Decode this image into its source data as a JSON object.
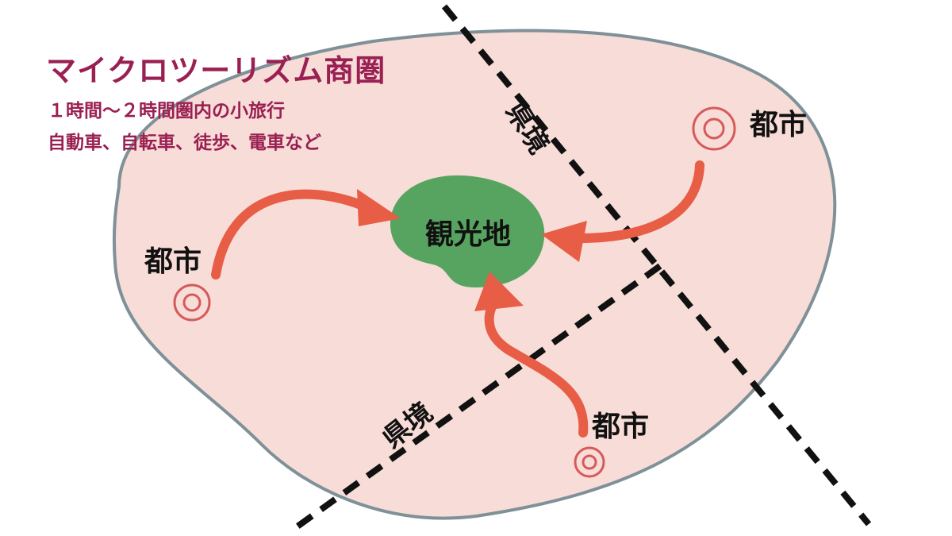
{
  "title": "マイクロツーリズム商圏",
  "subtitle_line1": "１時間〜２時間圏内の小旅行",
  "subtitle_line2": "自動車、自転車、徒歩、電車など",
  "center_label": "観光地",
  "cities": [
    {
      "label": "都市"
    },
    {
      "label": "都市"
    },
    {
      "label": "都市"
    }
  ],
  "borders": [
    {
      "label": "県境"
    },
    {
      "label": "県境"
    }
  ],
  "colors": {
    "area_fill": "#f7dcd7",
    "area_stroke": "#7f9198",
    "spot_fill": "#57a460",
    "arrow": "#e85d45",
    "city_marker": "#d65a5a",
    "title": "#9a1f52"
  }
}
